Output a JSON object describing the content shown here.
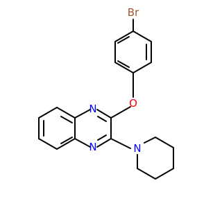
{
  "molecule": {
    "atoms": {
      "bromine": {
        "symbol": "Br",
        "color": "#a0522d"
      },
      "oxygen": {
        "symbol": "O",
        "color": "#ff0000"
      },
      "nitrogen_1": {
        "symbol": "N",
        "color": "#0000ff"
      },
      "nitrogen_2": {
        "symbol": "N",
        "color": "#0000ff"
      },
      "nitrogen_piperidine": {
        "symbol": "N",
        "color": "#0000ff"
      }
    },
    "bond_color": "#000000",
    "background": "#ffffff"
  }
}
